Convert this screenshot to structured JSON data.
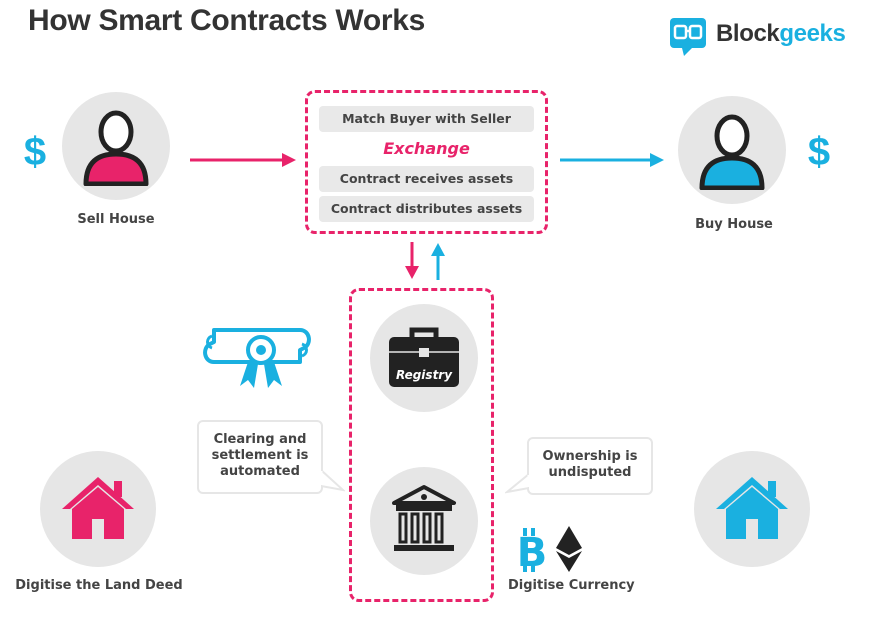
{
  "title": "How Smart Contracts Works",
  "brand": {
    "name_part1": "Block",
    "name_part2": "geeks",
    "icon": "blockgeeks-logo-icon"
  },
  "colors": {
    "pink": "#e8236a",
    "blue": "#1ab0e0",
    "dark": "#333333",
    "gray": "#e6e6e6"
  },
  "seller": {
    "label": "Sell House",
    "icon": "seller-person-icon",
    "currency_icon": "dollar-sign-icon"
  },
  "buyer": {
    "label": "Buy House",
    "icon": "buyer-person-icon",
    "currency_icon": "dollar-sign-icon"
  },
  "contract_steps": [
    "Match Buyer with Seller",
    "Exchange",
    "Contract receives assets",
    "Contract distributes assets"
  ],
  "registry": {
    "label": "Registry",
    "icon": "briefcase-icon"
  },
  "bank": {
    "icon": "bank-building-icon"
  },
  "certificate": {
    "icon": "certificate-ribbon-icon"
  },
  "left_bubble": {
    "lines": [
      "Clearing and",
      "settlement is",
      "automated"
    ]
  },
  "right_bubble": {
    "lines": [
      "Ownership is",
      "undisputed"
    ]
  },
  "land_deed": {
    "label": "Digitise the Land Deed",
    "icon": "house-icon"
  },
  "currency": {
    "label": "Digitise Currency",
    "icons": [
      "bitcoin-icon",
      "ethereum-icon"
    ]
  },
  "buyer_house": {
    "icon": "house-icon"
  }
}
